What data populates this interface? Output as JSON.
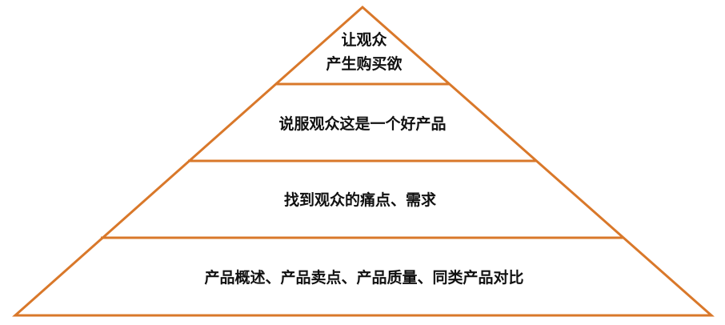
{
  "diagram": {
    "line_color": "#d9782a",
    "background": "#ffffff",
    "levels": [
      {
        "lines": [
          "让观众",
          "产生购买欲"
        ]
      },
      {
        "lines": [
          "说服观众这是一个好产品"
        ]
      },
      {
        "lines": [
          "找到观众的痛点、需求"
        ]
      },
      {
        "lines": [
          "产品概述、产品卖点、产品质量、同类产品对比"
        ]
      }
    ]
  }
}
